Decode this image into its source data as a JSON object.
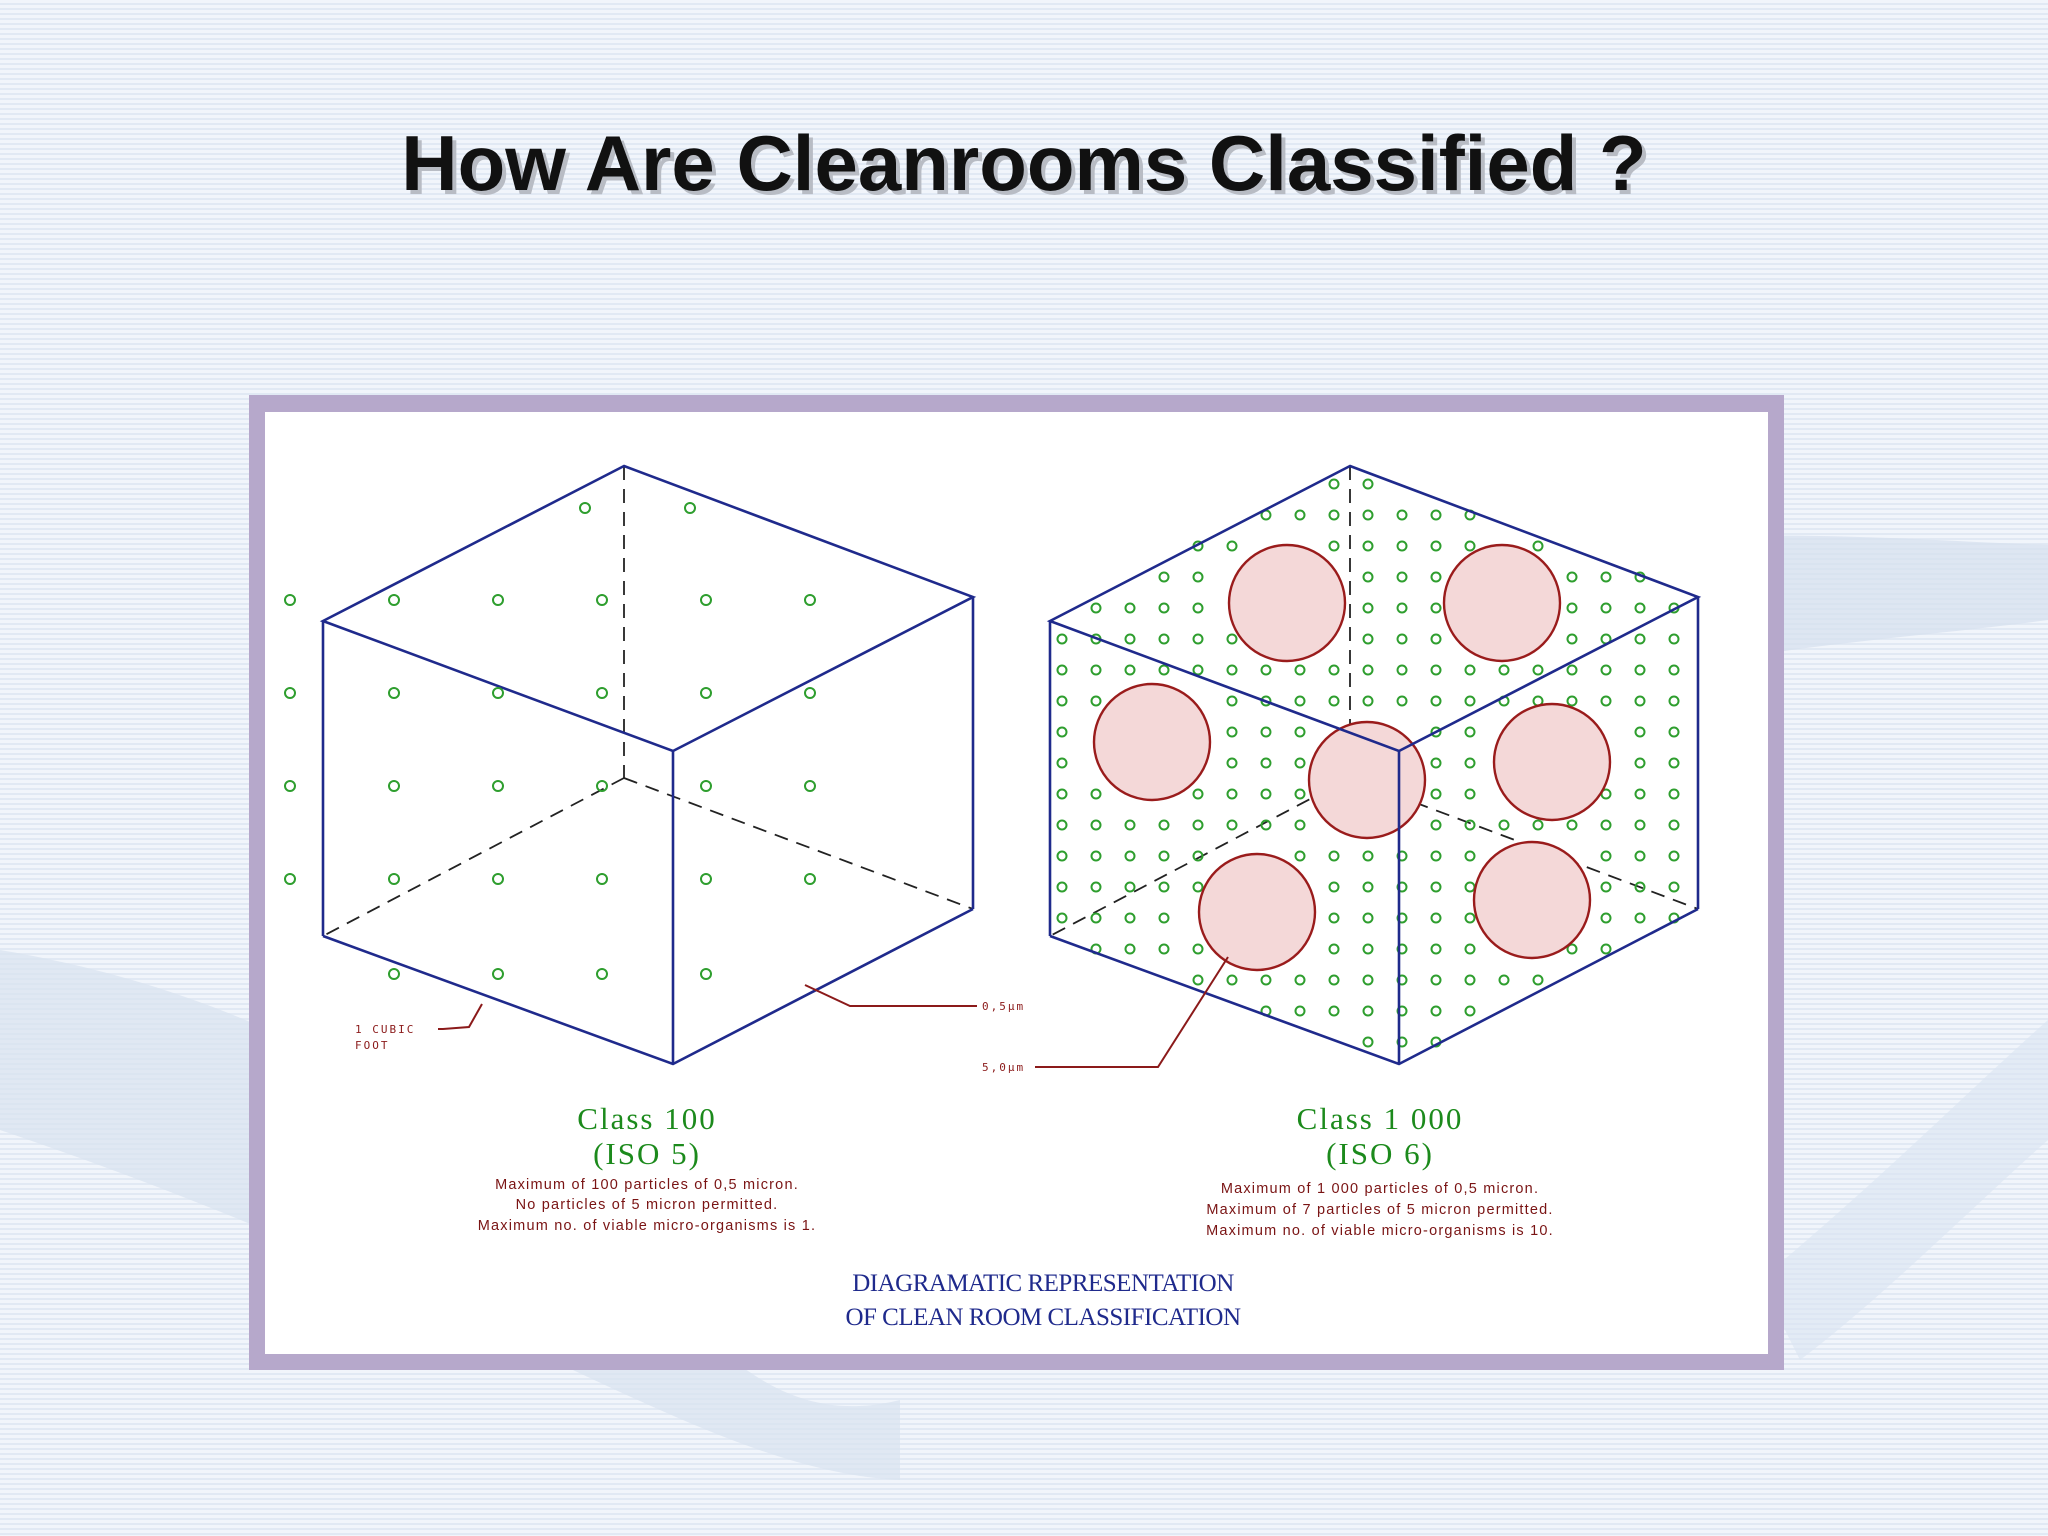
{
  "slide": {
    "title": "How Are Cleanrooms Classified ?"
  },
  "diagram": {
    "caption_line1": "DIAGRAMATIC REPRESENTATION",
    "caption_line2": "OF CLEAN ROOM CLASSIFICATION",
    "annotations": {
      "cubic_foot_line1": "1 CUBIC",
      "cubic_foot_line2": "FOOT",
      "small_particle": "0,5µm",
      "large_particle": "5,0µm"
    },
    "left": {
      "class_label": "Class 100",
      "iso_label": "(ISO 5)",
      "notes": [
        "Maximum of 100 particles of 0,5 micron.",
        "No particles of 5 micron permitted.",
        "Maximum no. of viable micro-organisms is 1."
      ]
    },
    "right": {
      "class_label": "Class 1 000",
      "iso_label": "(ISO 6)",
      "notes": [
        "Maximum of 1 000 particles of 0,5 micron.",
        "Maximum of 7 particles of 5 micron permitted.",
        "Maximum no. of viable micro-organisms is 10."
      ]
    }
  },
  "colors": {
    "frame": "#b6a8cb",
    "cube_edges": "#1f2a8c",
    "small_particles": "#2e9e2e",
    "large_particles": "#9a1c1c",
    "notes_text": "#7a1414"
  }
}
